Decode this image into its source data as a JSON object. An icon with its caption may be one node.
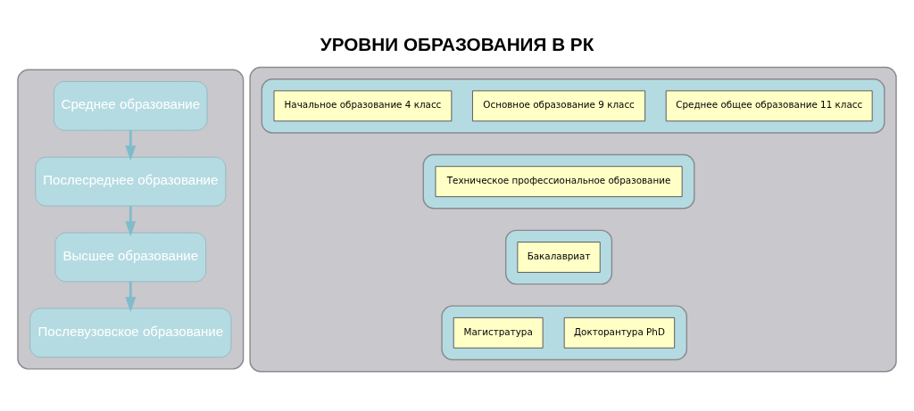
{
  "diagram": {
    "title": "УРОВНИ ОБРАЗОВАНИЯ В РК",
    "nodes": [
      {
        "text": [],
        "shape": "box"
      },
      {
        "text": [
          "Среднее образование"
        ],
        "in": 0
      },
      {
        "text": [
          "Послесреднее образование"
        ],
        "in": 0
      },
      {
        "text": [
          "Высшее образование"
        ],
        "in": 0
      },
      {
        "text": [
          "Послевузовское образование"
        ],
        "in": 0
      },
      {
        "text": [],
        "shape": "box"
      },
      {
        "text": [],
        "shape": "box",
        "in": 5
      },
      {
        "text": [
          "Начальное образование 4 класс"
        ],
        "in": 6
      },
      {
        "text": [
          "Основное образование 9 класс"
        ],
        "in": 6
      },
      {
        "text": [
          "Среднее общее образование 11 класс"
        ],
        "in": 6
      },
      {
        "text": [],
        "shape": "box",
        "in": 5
      },
      {
        "text": [
          "Техническое профессиональное образование"
        ],
        "in": 10
      },
      {
        "text": [],
        "shape": "box",
        "in": 5
      },
      {
        "text": [
          "Бакалавриат"
        ],
        "in": 12
      },
      {
        "text": [],
        "shape": "box",
        "in": 5
      },
      {
        "text": [
          "Магистратура"
        ],
        "in": 14
      },
      {
        "text": [
          "Докторантура PhD"
        ],
        "in": 14
      }
    ],
    "edges": [
      {
        "from": 1,
        "to": 2,
        "arrow": "to"
      },
      {
        "from": 2,
        "to": 3,
        "arrow": "to"
      },
      {
        "from": 3,
        "to": 4,
        "arrow": "to"
      }
    ]
  }
}
